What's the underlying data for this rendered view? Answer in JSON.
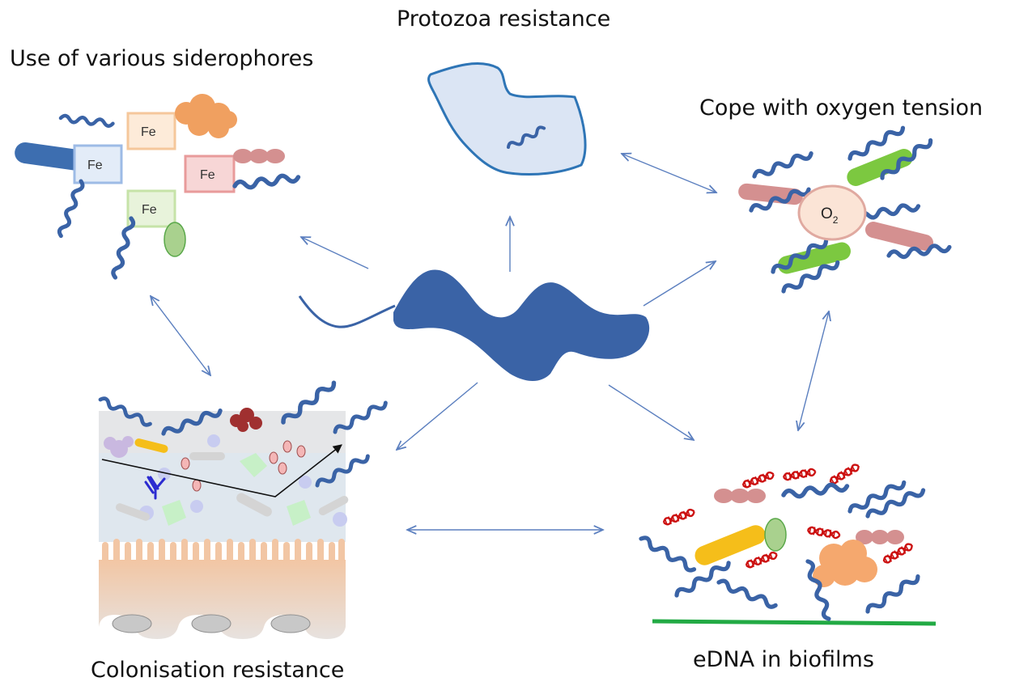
{
  "labels": {
    "protozoa": "Protozoa resistance",
    "siderophores": "Use of various siderophores",
    "oxygen": "Cope with oxygen tension",
    "colonisation": "Colonisation resistance",
    "edna": "eDNA in biofilms"
  },
  "siderophores": {
    "fe1": "Fe",
    "fe2": "Fe",
    "fe3": "Fe",
    "fe4": "Fe"
  },
  "oxygen": {
    "o2_main": "O",
    "o2_sub": "2"
  },
  "colors": {
    "bacterium": "#3a63a6",
    "arrow": "#5b7fbf",
    "dna": "#cc1111",
    "biofilm_base": "#22aa44",
    "green_rod": "#7cc840",
    "pink_rod": "#d49090",
    "yellow_rod": "#f5be1a",
    "orange_cluster": "#f0a060"
  }
}
